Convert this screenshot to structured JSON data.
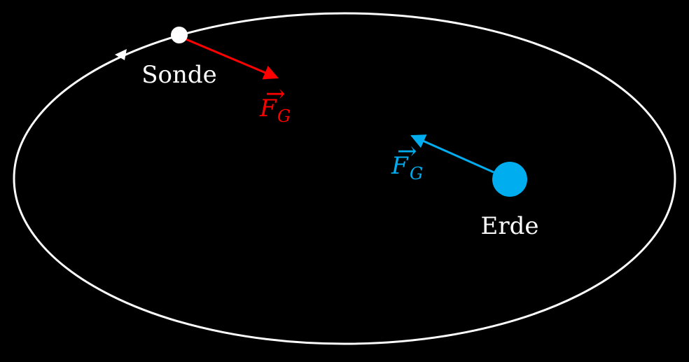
{
  "diagram": {
    "background_color": "#000000",
    "orbit": {
      "color": "#ffffff",
      "direction": "counterclockwise"
    },
    "probe": {
      "label": "Sonde",
      "color": "#ffffff"
    },
    "earth": {
      "label": "Erde",
      "color": "#00aeef"
    },
    "force_on_probe": {
      "symbol": "F",
      "subscript": "G",
      "vector_mark": "⃗",
      "color": "#ff0000"
    },
    "force_on_earth": {
      "symbol": "F",
      "subscript": "G",
      "vector_mark": "⃗",
      "color": "#00aeef"
    }
  }
}
